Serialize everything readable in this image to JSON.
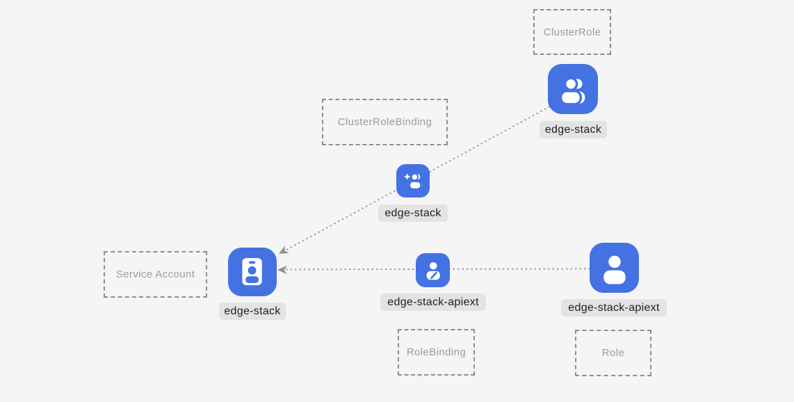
{
  "diagram": {
    "title": "kubernetes-rbac-diagram",
    "colors": {
      "background": "#f5f5f6",
      "node_blue": "#4472e3",
      "edge_gray": "#9d9d9d",
      "box_border": "#8d8d8d",
      "box_text": "#9c9c9c",
      "chip_bg": "#e3e3e4",
      "chip_text": "#1e1e1e"
    },
    "type_labels": {
      "cluster_role": "ClusterRole",
      "cluster_role_binding": "ClusterRoleBinding",
      "service_account": "Service Account",
      "role_binding": "RoleBinding",
      "role": "Role"
    },
    "nodes": {
      "cluster_role": {
        "name": "edge-stack",
        "icon": "users-icon"
      },
      "cluster_role_binding": {
        "name": "edge-stack",
        "icon": "user-plus-icon"
      },
      "service_account": {
        "name": "edge-stack",
        "icon": "id-badge-icon"
      },
      "role_binding": {
        "name": "edge-stack-apiext",
        "icon": "user-edit-icon"
      },
      "role": {
        "name": "edge-stack-apiext",
        "icon": "user-icon"
      }
    },
    "edges": [
      {
        "from": "cluster_role",
        "through": "cluster_role_binding",
        "to": "service_account",
        "style": "dotted-arrow"
      },
      {
        "from": "role",
        "through": "role_binding",
        "to": "service_account",
        "style": "dotted-arrow"
      }
    ]
  }
}
